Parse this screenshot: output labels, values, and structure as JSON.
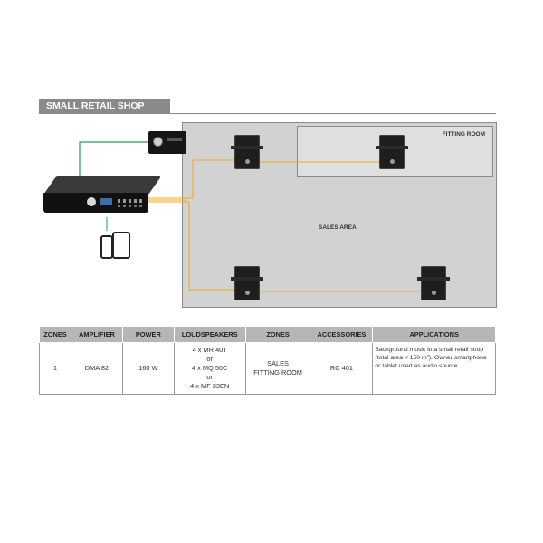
{
  "header": {
    "title": "SMALL RETAIL SHOP"
  },
  "diagram": {
    "fitting_room_label": "FITTING ROOM",
    "sales_area_label": "SALES AREA",
    "colors": {
      "audio_wire": "#f0a818",
      "control_wire": "#2a9a5a",
      "wifi_wire": "#3aa0d8",
      "room_fill": "#d2d2d2"
    },
    "devices": [
      "amplifier",
      "wall-control-panel",
      "smartphone",
      "tablet",
      "speaker",
      "speaker",
      "speaker",
      "speaker"
    ]
  },
  "table": {
    "headers": [
      "ZONES",
      "AMPLIFIER",
      "POWER",
      "LOUDSPEAKERS",
      "ZONES",
      "ACCESSORIES",
      "APPLICATIONS"
    ],
    "row": {
      "zones": "1",
      "amplifier": "DMA 82",
      "power": "160 W",
      "loudspeakers": [
        "4 x MR 40T",
        "or",
        "4 x MQ 50C",
        "or",
        "4 x MF 33EN"
      ],
      "zone_names": [
        "SALES",
        "FITTING ROOM"
      ],
      "accessories": "RC 401",
      "applications": "Background music in a small retail shop (total area < 150 m²). Owner smartphone or tablet used as audio source."
    }
  }
}
